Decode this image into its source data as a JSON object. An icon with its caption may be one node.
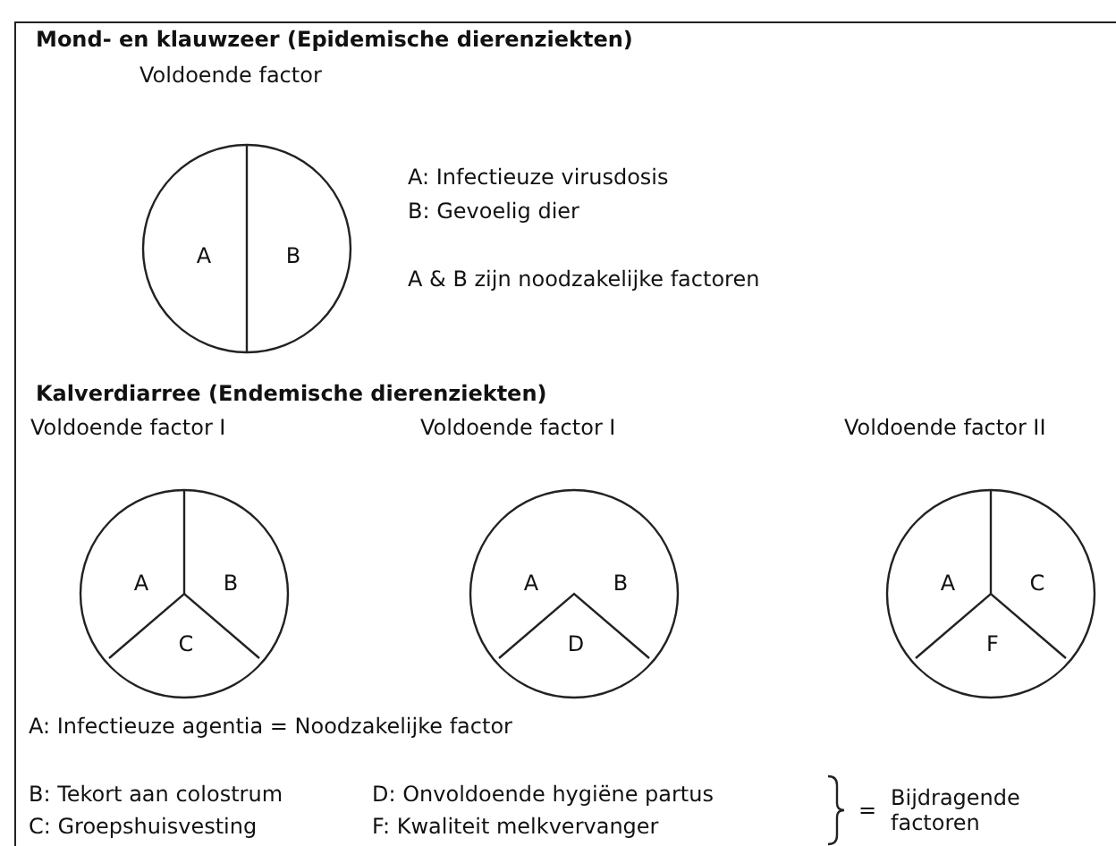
{
  "diagram": {
    "nodes": [
      {
        "text": [
          "A",
          "B"
        ],
        "beside": [
          "Voldoende factor"
        ]
      },
      {
        "text": [
          "A",
          "B",
          "C"
        ],
        "beside": [
          "Voldoende factor I"
        ]
      },
      {
        "text": [
          "A",
          "B",
          "D"
        ],
        "beside": [
          "Voldoende factor I"
        ]
      },
      {
        "text": [
          "A",
          "C",
          "F"
        ],
        "beside": [
          "Voldoende factor II"
        ]
      }
    ],
    "edges": [],
    "labels": [
      "Mond- en klauwzeer (Epidemische dierenziekten)",
      "A: Infectieuze virusdosis",
      "B: Gevoelig dier",
      "A & B zijn noodzakelijke factoren",
      "Kalverdiarree (Endemische dierenziekten)",
      "A: Infectieuze agentia = Noodzakelijke factor",
      "B: Tekort aan colostrum",
      "D: Onvoldoende hygiëne partus",
      "C: Groepshuisvesting",
      "F: Kwaliteit melkvervanger",
      "=",
      "Bijdragende factoren"
    ]
  }
}
